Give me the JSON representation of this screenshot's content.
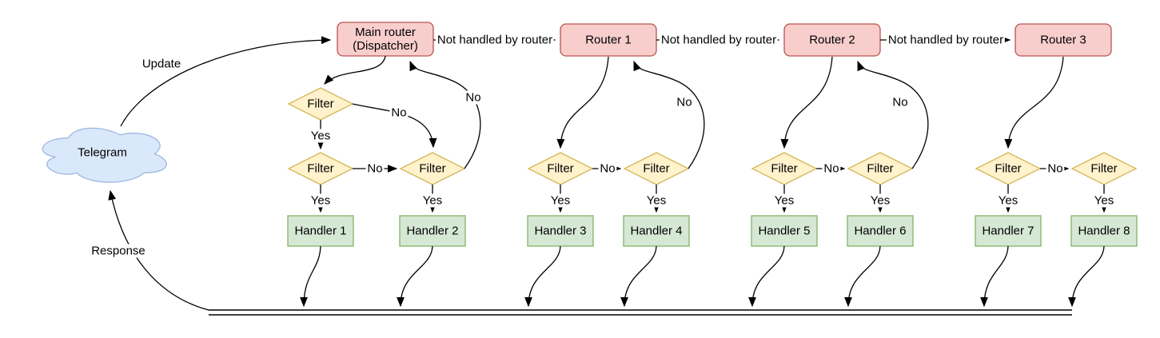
{
  "diagram": {
    "cloud_label": "Telegram",
    "dispatcher": {
      "line1": "Main router",
      "line2": "(Dispatcher)"
    },
    "routers": [
      "Router 1",
      "Router 2",
      "Router 3"
    ],
    "filter_label": "Filter",
    "handlers": [
      "Handler 1",
      "Handler 2",
      "Handler 3",
      "Handler 4",
      "Handler 5",
      "Handler 6",
      "Handler 7",
      "Handler 8"
    ],
    "edge_labels": {
      "update": "Update",
      "response": "Response",
      "not_handled": "Not handled by router",
      "yes": "Yes",
      "no": "No"
    },
    "colors": {
      "router_fill": "#f8cecc",
      "router_stroke": "#b85450",
      "filter_fill": "#fff2cc",
      "filter_stroke": "#d6b656",
      "handler_fill": "#d5e8d4",
      "handler_stroke": "#82b366",
      "cloud_fill": "#dae8fc",
      "cloud_stroke": "#9fb7dd",
      "line": "#000000"
    }
  }
}
